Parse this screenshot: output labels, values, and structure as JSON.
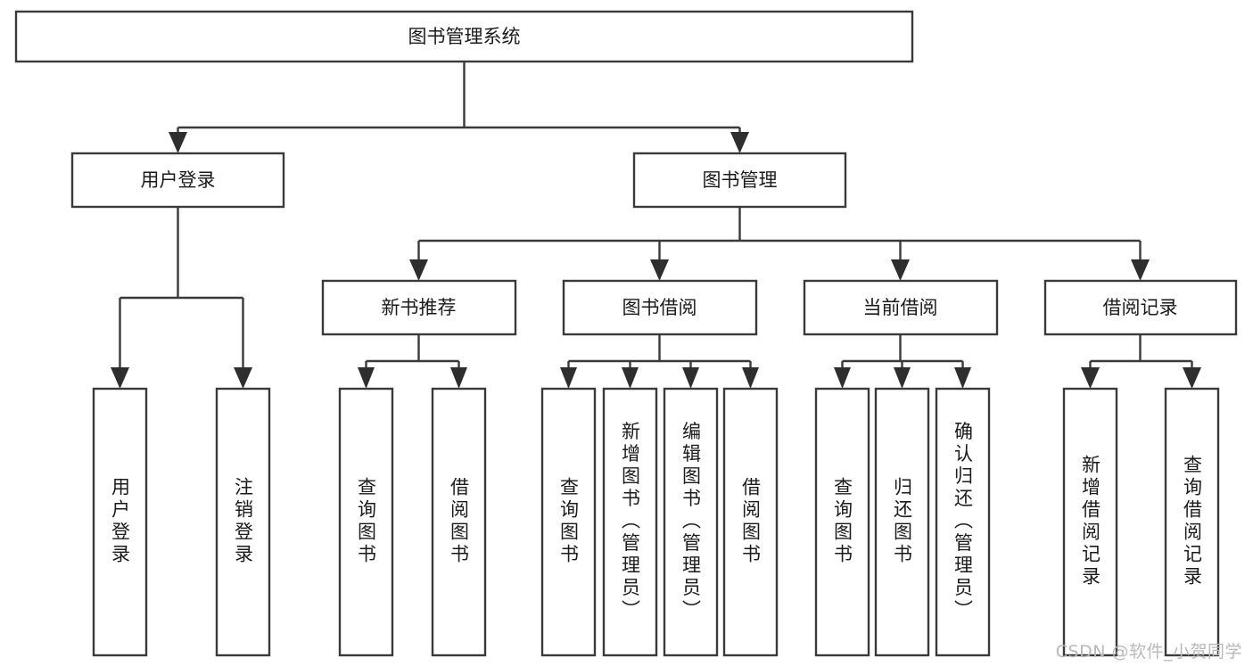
{
  "diagram": {
    "type": "tree",
    "title": "图书管理系统",
    "orientation": "top-down",
    "colors": {
      "box_stroke": "#3a3a3a",
      "box_fill": "#ffffff",
      "connector": "#3a3a3a",
      "text": "#1b1b1b",
      "background": "#ffffff",
      "watermark": "#b9b9b9"
    },
    "root": {
      "label": "图书管理系统"
    },
    "level1": [
      {
        "id": "user-login",
        "label": "用户登录"
      },
      {
        "id": "book-management",
        "label": "图书管理"
      }
    ],
    "level2": [
      {
        "id": "new-book-recommend",
        "label": "新书推荐",
        "parent": "book-management"
      },
      {
        "id": "book-borrow",
        "label": "图书借阅",
        "parent": "book-management"
      },
      {
        "id": "current-borrow",
        "label": "当前借阅",
        "parent": "book-management"
      },
      {
        "id": "borrow-record",
        "label": "借阅记录",
        "parent": "book-management"
      }
    ],
    "leaves": {
      "user-login": [
        {
          "id": "leaf-user-login",
          "label": "用户登录"
        },
        {
          "id": "leaf-user-logout",
          "label": "注销登录"
        }
      ],
      "new-book-recommend": [
        {
          "id": "leaf-query-book-1",
          "label": "查询图书"
        },
        {
          "id": "leaf-borrow-book-1",
          "label": "借阅图书"
        }
      ],
      "book-borrow": [
        {
          "id": "leaf-query-book-2",
          "label": "查询图书"
        },
        {
          "id": "leaf-add-book",
          "label": "新增图书（管理员）"
        },
        {
          "id": "leaf-edit-book",
          "label": "编辑图书（管理员）"
        },
        {
          "id": "leaf-borrow-book-2",
          "label": "借阅图书"
        }
      ],
      "current-borrow": [
        {
          "id": "leaf-query-book-3",
          "label": "查询图书"
        },
        {
          "id": "leaf-return-book",
          "label": "归还图书"
        },
        {
          "id": "leaf-confirm-return",
          "label": "确认归还（管理员）"
        }
      ],
      "borrow-record": [
        {
          "id": "leaf-add-record",
          "label": "新增借阅记录"
        },
        {
          "id": "leaf-query-record",
          "label": "查询借阅记录"
        }
      ]
    }
  },
  "watermark": {
    "text": "CSDN @软件_小贺同学"
  }
}
